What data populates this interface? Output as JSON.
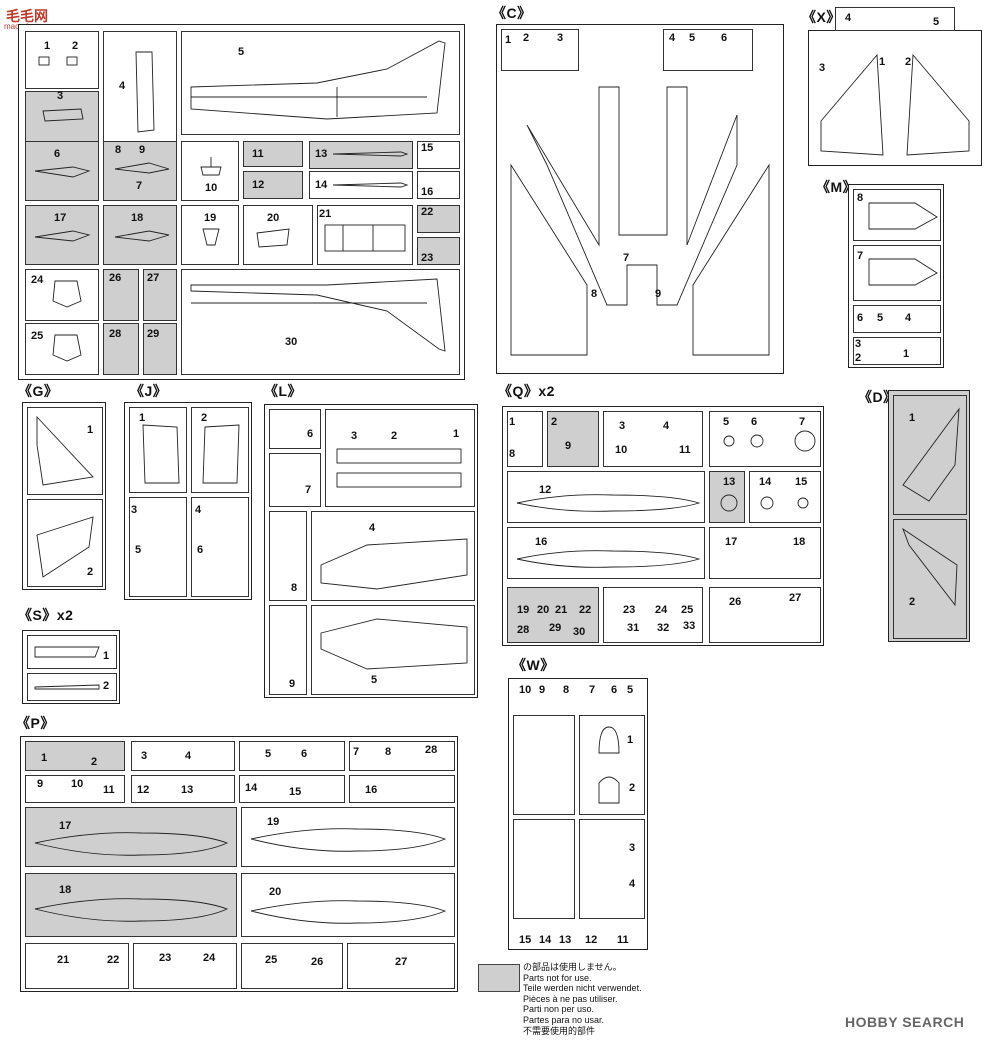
{
  "watermarks": {
    "top_left": "毛毛网",
    "top_left_sub": "mao-shou.com",
    "bottom_right": "HOBBY SEARCH"
  },
  "legend": {
    "lines": [
      "の部品は使用しません。",
      "Parts not for use.",
      "Teile werden nicht verwendet.",
      "Pièces à ne pas utiliser.",
      "Parti non per uso.",
      "Partes para no usar.",
      "不需要使用的部件"
    ]
  },
  "sprues": {
    "A": {
      "n1": "1",
      "n2": "2",
      "n3": "3",
      "n4": "4",
      "n5": "5",
      "n6": "6",
      "n7": "7",
      "n8": "8",
      "n9": "9",
      "n10": "10",
      "n11": "11",
      "n12": "12",
      "n13": "13",
      "n14": "14",
      "n15": "15",
      "n16": "16",
      "n17": "17",
      "n18": "18",
      "n19": "19",
      "n20": "20",
      "n21": "21",
      "n22": "22",
      "n23": "23",
      "n24": "24",
      "n25": "25",
      "n26": "26",
      "n27": "27",
      "n28": "28",
      "n29": "29",
      "n30": "30"
    },
    "C": {
      "label": "《C》",
      "n1": "1",
      "n2": "2",
      "n3": "3",
      "n4": "4",
      "n5": "5",
      "n6": "6",
      "n7": "7",
      "n8": "8",
      "n9": "9"
    },
    "X": {
      "label": "《X》",
      "n1": "1",
      "n2": "2",
      "n3": "3",
      "n4": "4",
      "n5": "5"
    },
    "M": {
      "label": "《M》",
      "n1": "1",
      "n2": "2",
      "n3": "3",
      "n4": "4",
      "n5": "5",
      "n6": "6",
      "n7": "7",
      "n8": "8"
    },
    "G": {
      "label": "《G》",
      "n1": "1",
      "n2": "2"
    },
    "J": {
      "label": "《J》",
      "n1": "1",
      "n2": "2",
      "n3": "3",
      "n4": "4",
      "n5": "5",
      "n6": "6"
    },
    "L": {
      "label": "《L》",
      "n1": "1",
      "n2": "2",
      "n3": "3",
      "n4": "4",
      "n5": "5",
      "n6": "6",
      "n7": "7",
      "n8": "8",
      "n9": "9"
    },
    "Q": {
      "label": "《Q》x2",
      "n1": "1",
      "n2": "2",
      "n3": "3",
      "n4": "4",
      "n5": "5",
      "n6": "6",
      "n7": "7",
      "n8": "8",
      "n9": "9",
      "n10": "10",
      "n11": "11",
      "n12": "12",
      "n13": "13",
      "n14": "14",
      "n15": "15",
      "n16": "16",
      "n17": "17",
      "n18": "18",
      "n19": "19",
      "n20": "20",
      "n21": "21",
      "n22": "22",
      "n23": "23",
      "n24": "24",
      "n25": "25",
      "n26": "26",
      "n27": "27",
      "n28": "28",
      "n29": "29",
      "n30": "30",
      "n31": "31",
      "n32": "32",
      "n33": "33"
    },
    "D": {
      "label": "《D》",
      "n1": "1",
      "n2": "2"
    },
    "S": {
      "label": "《S》x2",
      "n1": "1",
      "n2": "2"
    },
    "W": {
      "label": "《W》",
      "n1": "1",
      "n2": "2",
      "n3": "3",
      "n4": "4",
      "n5": "5",
      "n6": "6",
      "n7": "7",
      "n8": "8",
      "n9": "9",
      "n10": "10",
      "n11": "11",
      "n12": "12",
      "n13": "13",
      "n14": "14",
      "n15": "15"
    },
    "P": {
      "label": "《P》",
      "n1": "1",
      "n2": "2",
      "n3": "3",
      "n4": "4",
      "n5": "5",
      "n6": "6",
      "n7": "7",
      "n8": "8",
      "n9": "9",
      "n10": "10",
      "n11": "11",
      "n12": "12",
      "n13": "13",
      "n14": "14",
      "n15": "15",
      "n16": "16",
      "n17": "17",
      "n18": "18",
      "n19": "19",
      "n20": "20",
      "n21": "21",
      "n22": "22",
      "n23": "23",
      "n24": "24",
      "n25": "25",
      "n26": "26",
      "n27": "27",
      "n28": "28"
    }
  }
}
